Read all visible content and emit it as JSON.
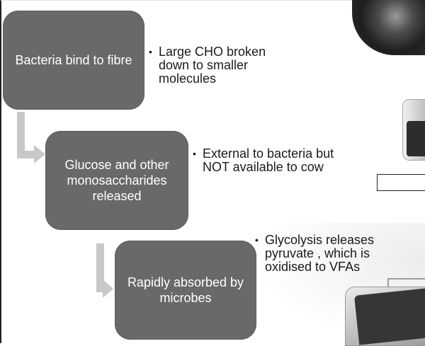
{
  "steps": [
    {
      "label": "Bacteria bind to fibre",
      "note": "Large CHO broken down to smaller molecules"
    },
    {
      "label": "Glucose and other monosaccharides released",
      "note": "External to bacteria but NOT available to cow"
    },
    {
      "label": "Rapidly absorbed by microbes",
      "note": "Glycolysis releases pyruvate , which is oxidised to VFAs"
    }
  ],
  "colors": {
    "box_fill": "#696969",
    "box_text": "#ffffff",
    "connector": "#c8c8c8",
    "note_text": "#1a1a1a"
  }
}
